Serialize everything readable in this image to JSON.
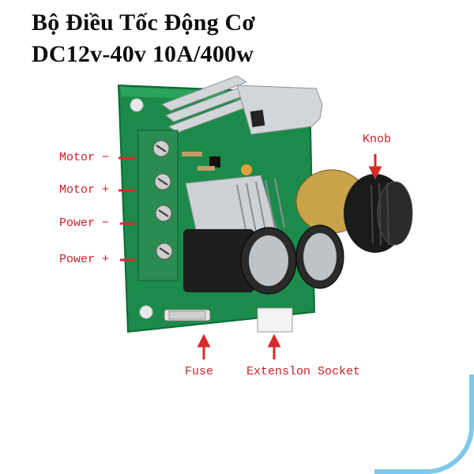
{
  "title": {
    "line1": "Bộ Điều Tốc Động Cơ",
    "line2": "DC12v-40v 10A/400w"
  },
  "labels": {
    "motor_minus": "Motor −",
    "motor_plus": "Motor +",
    "power_minus": "Power −",
    "power_plus": "Power +",
    "knob": "Knob",
    "fuse": "Fuse",
    "socket": "Extenslon Socket"
  },
  "colors": {
    "label": "#c8202a",
    "pcb": "#1c8a4a",
    "frame": "#7ec8ec"
  }
}
